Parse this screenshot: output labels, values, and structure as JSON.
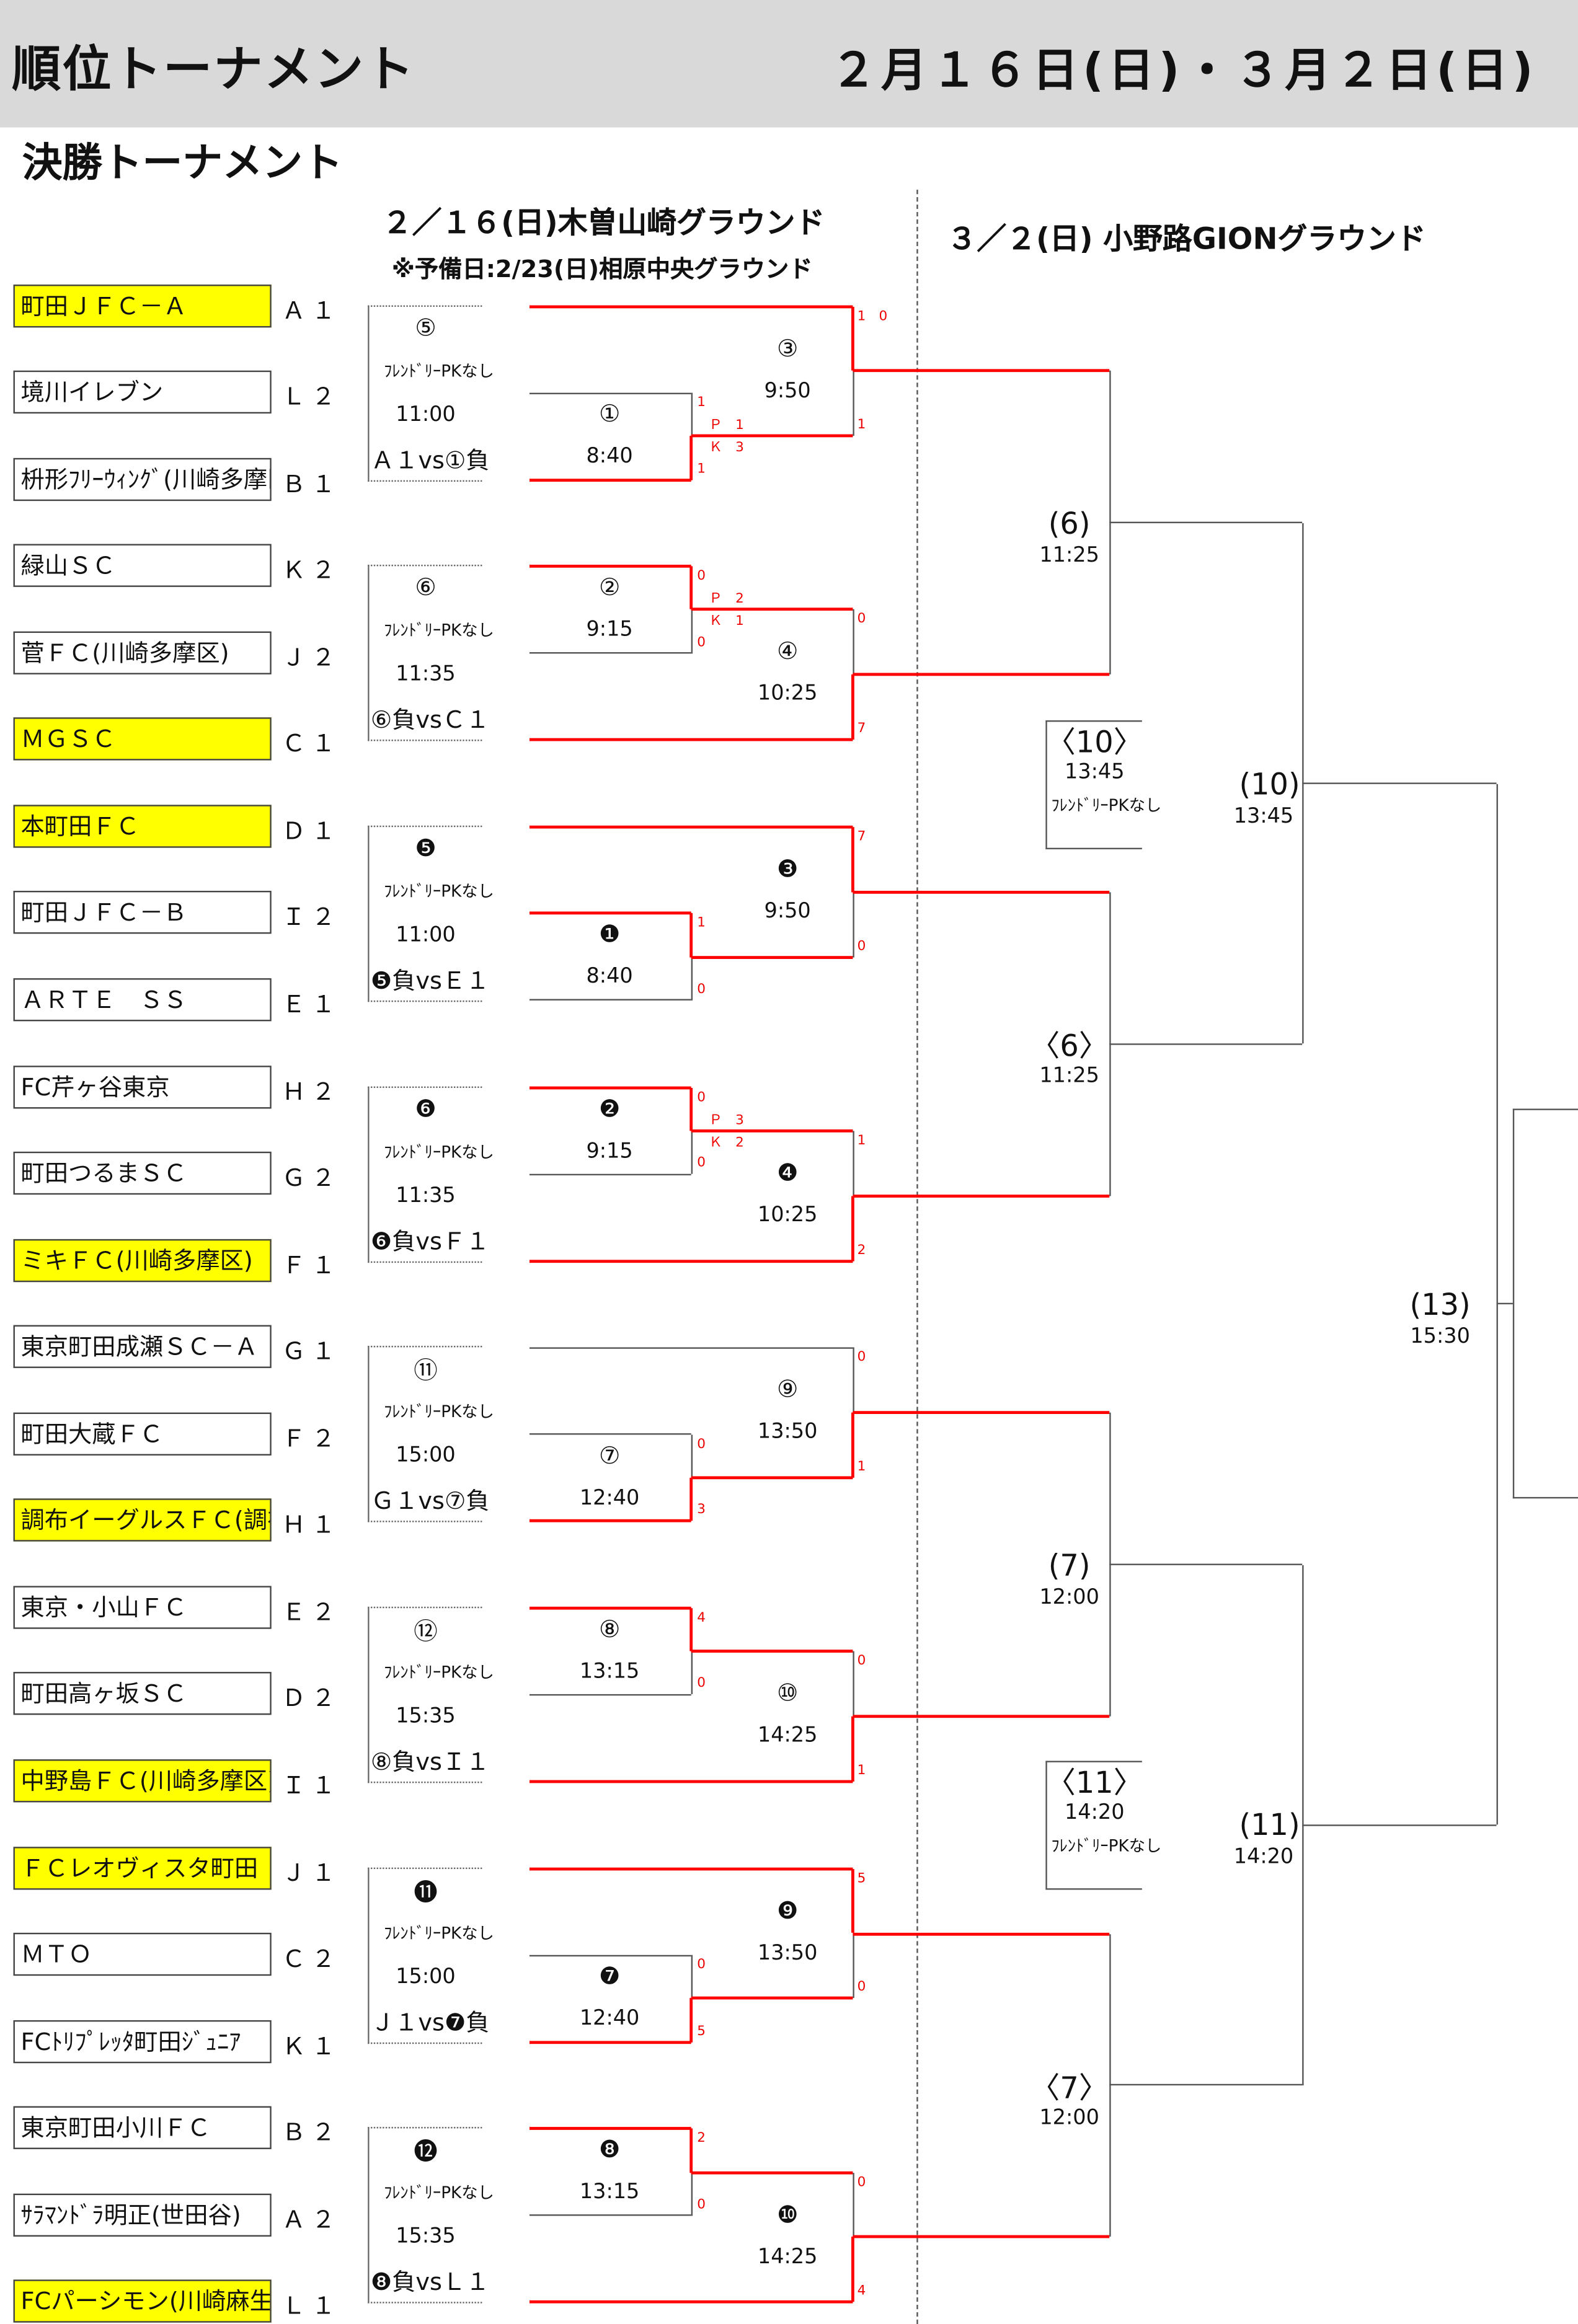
{
  "header": {
    "title": "順位トーナメント",
    "dates": "２月１６日(日)・３月２日(日)"
  },
  "subtitle": "決勝トーナメント",
  "venue1": {
    "title": "２／１６(日)木曽山崎グラウンド",
    "note": "※予備日:2/23(日)相原中央グラウンド"
  },
  "venue2": {
    "title": "３／２(日) 小野路GIONグラウンド"
  },
  "colors": {
    "highlight": "#ffff00",
    "winner_line": "#ff0000",
    "header_bg": "#d9d9d9"
  },
  "teams": [
    {
      "name": "町田ＪＦＣ－Ａ",
      "seed": "Ａ１",
      "highlight": true
    },
    {
      "name": "境川イレブン",
      "seed": "Ｌ２",
      "highlight": false
    },
    {
      "name": "枡形ﾌﾘｰｳｨﾝｸﾞ(川崎多摩区)",
      "seed": "Ｂ１",
      "highlight": false
    },
    {
      "name": "緑山ＳＣ",
      "seed": "Ｋ２",
      "highlight": false
    },
    {
      "name": "菅ＦＣ(川崎多摩区)",
      "seed": "Ｊ２",
      "highlight": false
    },
    {
      "name": "ＭＧＳＣ",
      "seed": "Ｃ１",
      "highlight": true
    },
    {
      "name": "本町田ＦＣ",
      "seed": "Ｄ１",
      "highlight": true
    },
    {
      "name": "町田ＪＦＣ－Ｂ",
      "seed": "Ｉ２",
      "highlight": false
    },
    {
      "name": "ＡＲＴＥ　ＳＳ",
      "seed": "Ｅ１",
      "highlight": false
    },
    {
      "name": "FC芹ヶ谷東京",
      "seed": "Ｈ２",
      "highlight": false
    },
    {
      "name": "町田つるまＳＣ",
      "seed": "Ｇ２",
      "highlight": false
    },
    {
      "name": "ミキＦＣ(川崎多摩区)",
      "seed": "Ｆ１",
      "highlight": true
    },
    {
      "name": "東京町田成瀬ＳＣ－Ａ",
      "seed": "Ｇ１",
      "highlight": false
    },
    {
      "name": "町田大蔵ＦＣ",
      "seed": "Ｆ２",
      "highlight": false
    },
    {
      "name": "調布イーグルスＦＣ(調布)",
      "seed": "Ｈ１",
      "highlight": true
    },
    {
      "name": "東京・小山ＦＣ",
      "seed": "Ｅ２",
      "highlight": false
    },
    {
      "name": "町田高ヶ坂ＳＣ",
      "seed": "Ｄ２",
      "highlight": false
    },
    {
      "name": "中野島ＦＣ(川崎多摩区)",
      "seed": "Ｉ１",
      "highlight": true
    },
    {
      "name": "ＦＣレオヴィスタ町田",
      "seed": "Ｊ１",
      "highlight": true
    },
    {
      "name": "ＭＴＯ",
      "seed": "Ｃ２",
      "highlight": false
    },
    {
      "name": "FCﾄﾘﾌﾟﾚｯﾀ町田ｼﾞｭﾆｱ",
      "seed": "Ｋ１",
      "highlight": false
    },
    {
      "name": "東京町田小川ＦＣ",
      "seed": "Ｂ２",
      "highlight": false
    },
    {
      "name": "ｻﾗﾏﾝﾄﾞﾗ明正(世田谷)",
      "seed": "Ａ２",
      "highlight": false
    },
    {
      "name": "FCパーシモン(川崎麻生区)",
      "seed": "Ｌ１",
      "highlight": true
    }
  ],
  "blocks": [
    {
      "pre": {
        "no": "⑤",
        "note": "ﾌﾚﾝﾄﾞﾘｰPKなし",
        "time": "11:00",
        "vs": "Ａ１vs①負"
      },
      "m1": {
        "no": "①",
        "time": "8:40",
        "top": "1",
        "bottom": "1",
        "pk_top": "Ｐ 1",
        "pk_bottom": "Ｋ 3",
        "winner": "bottom"
      },
      "m2": {
        "no": "③",
        "time": "9:50",
        "top": "1 0",
        "bottom": "1",
        "winner": "top"
      }
    },
    {
      "pre": {
        "no": "⑥",
        "note": "ﾌﾚﾝﾄﾞﾘｰPKなし",
        "time": "11:35",
        "vs": "⑥負vsＣ１"
      },
      "m1": {
        "no": "②",
        "time": "9:15",
        "top": "0",
        "bottom": "0",
        "pk_top": "Ｐ 2",
        "pk_bottom": "Ｋ 1",
        "winner": "top"
      },
      "m2": {
        "no": "④",
        "time": "10:25",
        "top": "0",
        "bottom": "7",
        "winner": "bottom"
      }
    },
    {
      "pre": {
        "no": "❺",
        "note": "ﾌﾚﾝﾄﾞﾘｰPKなし",
        "time": "11:00",
        "vs": "❺負vsＥ１"
      },
      "m1": {
        "no": "❶",
        "time": "8:40",
        "top": "1",
        "bottom": "0",
        "winner": "top"
      },
      "m2": {
        "no": "❸",
        "time": "9:50",
        "top": "7",
        "bottom": "0",
        "winner": "top"
      }
    },
    {
      "pre": {
        "no": "❻",
        "note": "ﾌﾚﾝﾄﾞﾘｰPKなし",
        "time": "11:35",
        "vs": "❻負vsＦ１"
      },
      "m1": {
        "no": "❷",
        "time": "9:15",
        "top": "0",
        "bottom": "0",
        "pk_top": "Ｐ 3",
        "pk_bottom": "Ｋ 2",
        "winner": "top"
      },
      "m2": {
        "no": "❹",
        "time": "10:25",
        "top": "1",
        "bottom": "2",
        "winner": "bottom"
      }
    },
    {
      "pre": {
        "no": "⑪",
        "note": "ﾌﾚﾝﾄﾞﾘｰPKなし",
        "time": "15:00",
        "vs": "Ｇ１vs⑦負"
      },
      "m1": {
        "no": "⑦",
        "time": "12:40",
        "top": "0",
        "bottom": "3",
        "winner": "bottom"
      },
      "m2": {
        "no": "⑨",
        "time": "13:50",
        "top": "0",
        "bottom": "1",
        "winner": "bottom"
      }
    },
    {
      "pre": {
        "no": "⑫",
        "note": "ﾌﾚﾝﾄﾞﾘｰPKなし",
        "time": "15:35",
        "vs": "⑧負vsＩ１"
      },
      "m1": {
        "no": "⑧",
        "time": "13:15",
        "top": "4",
        "bottom": "0",
        "winner": "top"
      },
      "m2": {
        "no": "⑩",
        "time": "14:25",
        "top": "0",
        "bottom": "1",
        "winner": "bottom"
      }
    },
    {
      "pre": {
        "no": "⓫",
        "note": "ﾌﾚﾝﾄﾞﾘｰPKなし",
        "time": "15:00",
        "vs": "Ｊ１vs❼負"
      },
      "m1": {
        "no": "❼",
        "time": "12:40",
        "top": "0",
        "bottom": "5",
        "winner": "bottom"
      },
      "m2": {
        "no": "❾",
        "time": "13:50",
        "top": "5",
        "bottom": "0",
        "winner": "top"
      }
    },
    {
      "pre": {
        "no": "⓬",
        "note": "ﾌﾚﾝﾄﾞﾘｰPKなし",
        "time": "15:35",
        "vs": "❽負vsＬ１"
      },
      "m1": {
        "no": "❽",
        "time": "13:15",
        "top": "2",
        "bottom": "0",
        "winner": "top"
      },
      "m2": {
        "no": "❿",
        "time": "14:25",
        "top": "0",
        "bottom": "4",
        "winner": "bottom"
      }
    }
  ],
  "round3": [
    {
      "label": "(6)",
      "time": "11:25"
    },
    {
      "label": "〈6〉",
      "time": "11:25"
    },
    {
      "label": "(7)",
      "time": "12:00"
    },
    {
      "label": "〈7〉",
      "time": "12:00"
    }
  ],
  "round4": [
    {
      "label": "(10)",
      "time": "13:45"
    },
    {
      "label": "(11)",
      "time": "14:20"
    }
  ],
  "side_boxes": [
    {
      "label": "〈10〉",
      "time": "13:45",
      "note": "ﾌﾚﾝﾄﾞﾘｰPKなし"
    },
    {
      "label": "〈11〉",
      "time": "14:20",
      "note": "ﾌﾚﾝﾄﾞﾘｰPKなし"
    }
  ],
  "final": {
    "label": "(13)",
    "time": "15:30"
  }
}
